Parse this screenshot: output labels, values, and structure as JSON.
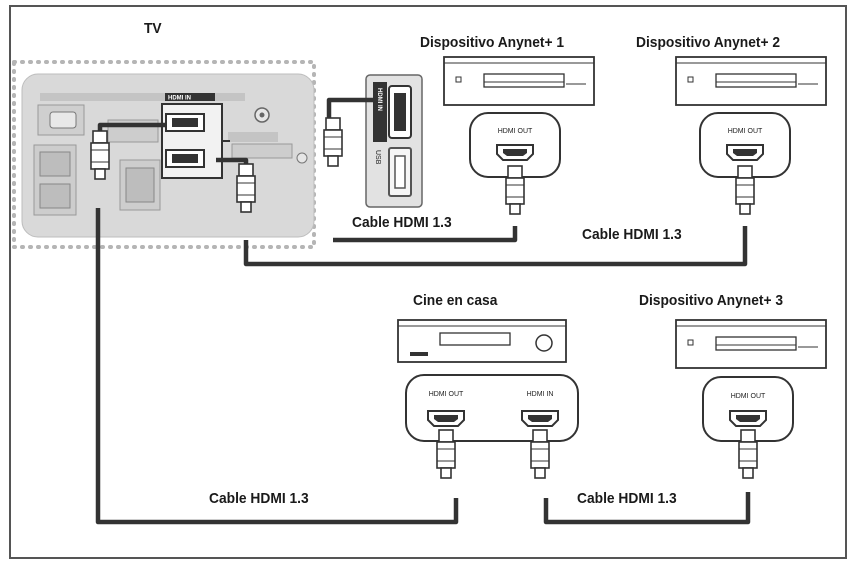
{
  "labels": {
    "tv": "TV",
    "device1": "Dispositivo Anynet+ 1",
    "device2": "Dispositivo Anynet+ 2",
    "device3": "Dispositivo Anynet+ 3",
    "home_theater": "Cine en casa",
    "cable_tv_dev1": "Cable HDMI 1.3",
    "cable_dev1_dev2": "Cable HDMI 1.3",
    "cable_tv_ht": "Cable HDMI 1.3",
    "cable_ht_dev3": "Cable HDMI 1.3"
  },
  "ports": {
    "hdmi_out": "HDMI OUT",
    "hdmi_in": "HDMI IN",
    "tv_hdmi_in": "HDMI IN",
    "side_hdmi": "HDMI IN",
    "side_usb": "USB"
  },
  "colors": {
    "line": "#333333",
    "panel": "#d9d9d9",
    "dot": "#b8b8b8"
  }
}
